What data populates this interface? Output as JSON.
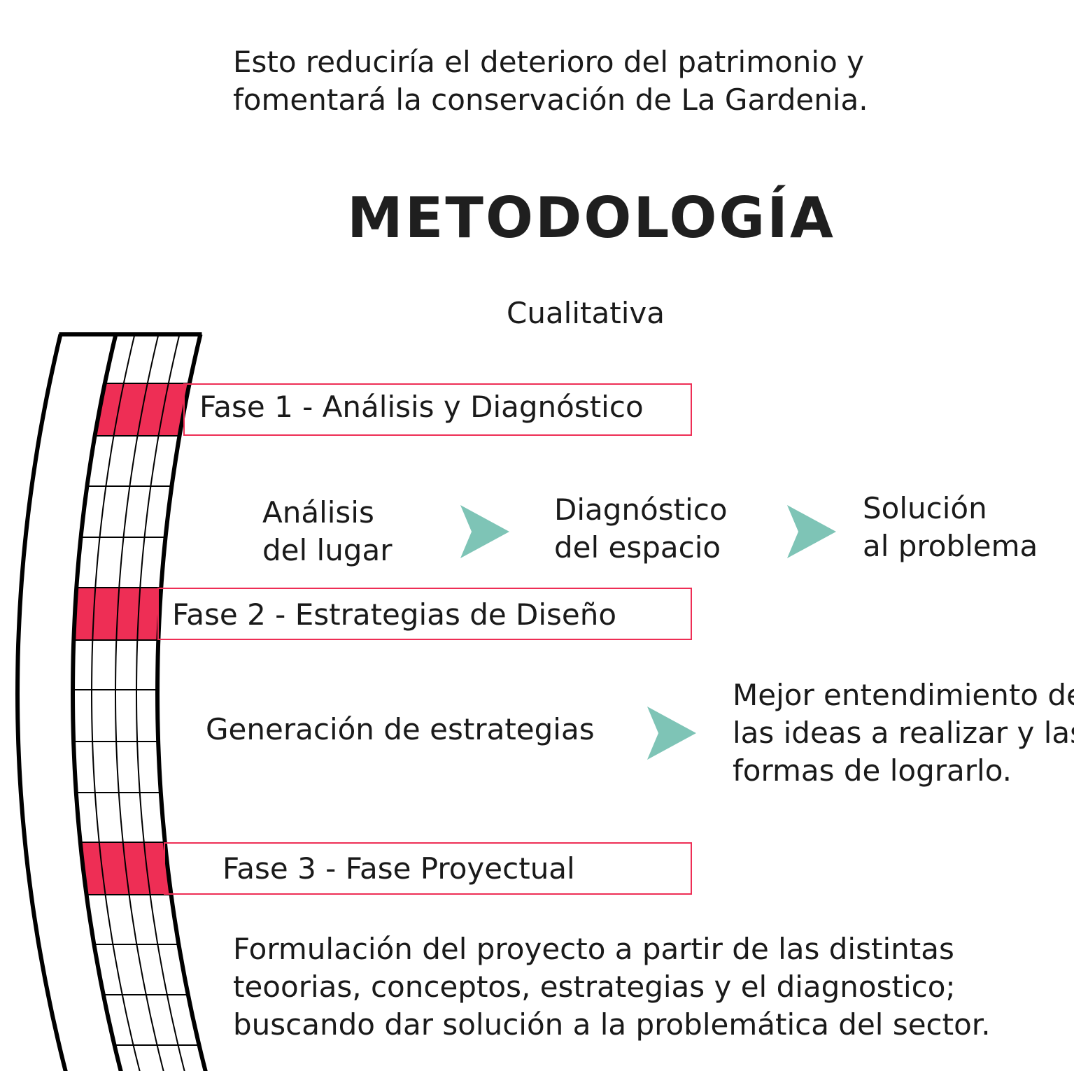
{
  "intro": {
    "line1": "Esto reduciría el deterioro del patrimonio y",
    "line2": "fomentará la conservación de La Gardenia."
  },
  "title": "METODOLOGÍA",
  "subtitle": "Cualitativa",
  "colors": {
    "accent": "#EE2E55",
    "arrow": "#7EC4B6",
    "ink": "#000000"
  },
  "phases": [
    {
      "label": "Fase 1 - Análisis y Diagnóstico",
      "steps": [
        {
          "line1": "Análisis",
          "line2": "del lugar"
        },
        {
          "line1": "Diagnóstico",
          "line2": "del espacio"
        },
        {
          "line1": "Solución",
          "line2": "al problema"
        }
      ]
    },
    {
      "label": "Fase 2 - Estrategias de Diseño",
      "steps": [
        {
          "line1": "Generación de estrategias"
        },
        {
          "line1": "Mejor entendimiento de",
          "line2": "las ideas a realizar y las",
          "line3": "formas de lograrlo."
        }
      ]
    },
    {
      "label": "Fase 3 - Fase Proyectual",
      "steps": [
        {
          "line1": "Formulación del proyecto a partir de las distintas",
          "line2": "teoorias, conceptos, estrategias y el diagnostico;",
          "line3": "buscando dar solución a la problemática del sector."
        }
      ]
    }
  ]
}
